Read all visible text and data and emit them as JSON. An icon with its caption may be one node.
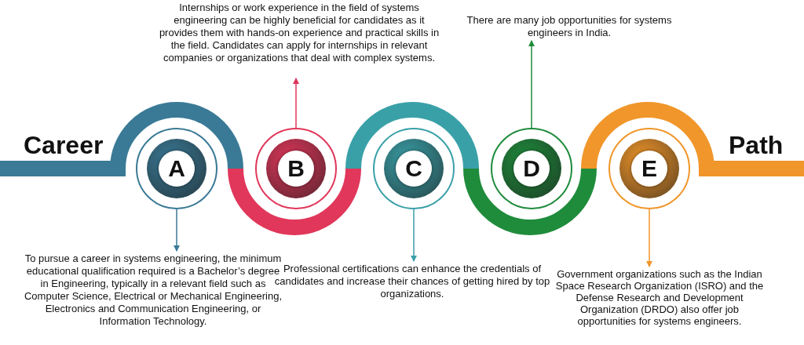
{
  "diagram": {
    "nodes": [
      {
        "text": [
          "Internships or work experience in the field of systems engineering can be highly beneficial for candidates as it provides them with hands-on experience and practical skills in the field. Candidates can apply for internships in relevant companies or organizations that deal with complex systems."
        ]
      },
      {
        "text": [
          "There are many job opportunities for systems engineers in India."
        ]
      },
      {
        "text": [
          "A"
        ]
      },
      {
        "text": [
          "B"
        ]
      },
      {
        "text": [
          "C"
        ]
      },
      {
        "text": [
          "D"
        ]
      },
      {
        "text": [
          "E"
        ]
      },
      {
        "text": [
          "To pursue a career in systems engineering, the minimum educational qualification required is a Bachelor’s degree in Engineering, typically in a relevant field such as Computer Science, Electrical or Mechanical Engineering, Electronics and Communication Engineering, or Information Technology."
        ]
      },
      {
        "text": [
          "Professional certifications can enhance the credentials of candidates and increase their chances of getting hired by top organizations."
        ]
      },
      {
        "text": [
          "Government organizations such as the Indian Space Research Organization (ISRO) and the Defense Research and Development Organization (DRDO) also offer job opportunities for systems engineers."
        ]
      }
    ],
    "edges": [
      {
        "from": 2,
        "to": 7,
        "arrow": "to",
        "color": "#3a7a96"
      },
      {
        "from": 3,
        "to": 0,
        "arrow": "to",
        "color": "#e0375a"
      },
      {
        "from": 4,
        "to": 8,
        "arrow": "to",
        "color": "#3aa0a8"
      },
      {
        "from": 5,
        "to": 1,
        "arrow": "to",
        "color": "#1f8c3c"
      },
      {
        "from": 6,
        "to": 9,
        "arrow": "to",
        "color": "#f0962a"
      }
    ],
    "labels": [
      "Career",
      "Path"
    ]
  }
}
